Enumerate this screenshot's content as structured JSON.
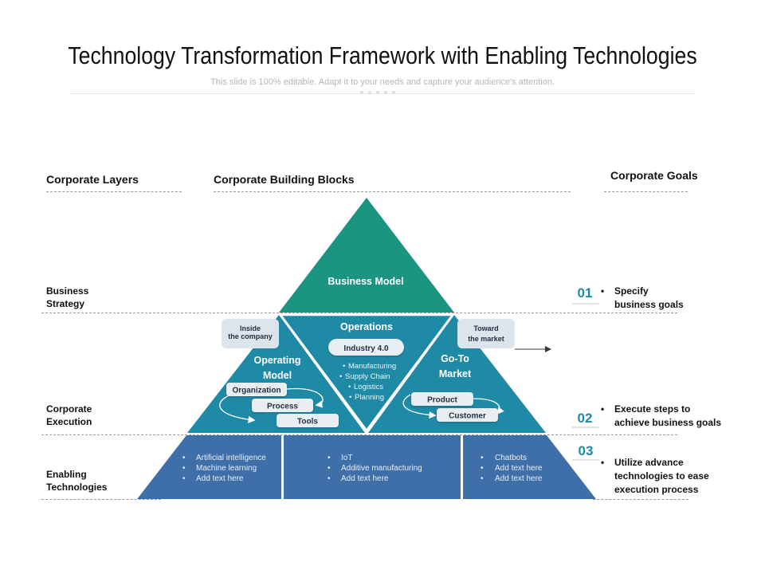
{
  "title": "Technology Transformation Framework with Enabling Technologies",
  "subtitle": "This slide is 100% editable. Adapt it to your needs and capture your audience's attention.",
  "headers": {
    "layers": "Corporate Layers",
    "building_blocks": "Corporate Building Blocks",
    "goals": "Corporate Goals"
  },
  "rows": {
    "strategy": [
      "Business",
      "Strategy"
    ],
    "execution": [
      "Corporate",
      "Execution"
    ],
    "enabling": [
      "Enabling",
      "Technologies"
    ]
  },
  "pyramid": {
    "top": "Business Model",
    "operations": {
      "title": "Operations",
      "pill": "Industry 4.0",
      "bullets": [
        "Manufacturing",
        "Supply Chain",
        "Logistics",
        "Planning"
      ]
    },
    "operating_model": {
      "title": [
        "Operating",
        "Model"
      ],
      "pills": [
        "Organization",
        "Process",
        "Tools"
      ]
    },
    "go_to_market": {
      "title": [
        "Go-To",
        "Market"
      ],
      "pills": [
        "Product",
        "Customer"
      ]
    },
    "callout_left": [
      "Inside",
      "the company"
    ],
    "callout_right": [
      "Toward",
      "the market"
    ],
    "base": [
      [
        "Artificial intelligence",
        "Machine learning",
        "Add text here"
      ],
      [
        "IoT",
        "Additive manufacturing",
        "Add text here"
      ],
      [
        "Chatbots",
        "Add text here",
        "Add text here"
      ]
    ]
  },
  "goals": [
    {
      "number": "01",
      "lines": [
        "Specify",
        "business goals"
      ]
    },
    {
      "number": "02",
      "lines": [
        "Execute steps to",
        "achieve business goals"
      ]
    },
    {
      "number": "03",
      "lines": [
        "Utilize advance",
        "technologies to ease",
        "execution process"
      ]
    }
  ],
  "colors": {
    "teal_dark": "#1b9482",
    "teal_blue": "#1e8aa6",
    "steel_blue": "#3f6fa8",
    "callout_bg": "#dde4ec",
    "number": "#1e8aa6"
  }
}
